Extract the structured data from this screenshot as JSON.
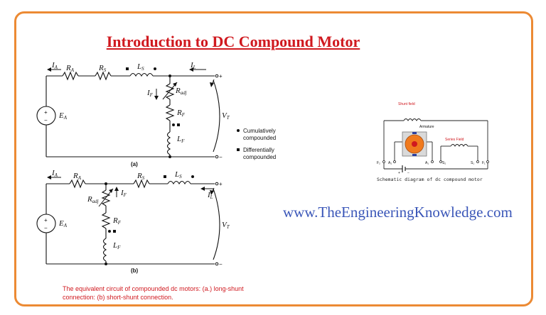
{
  "title": "Introduction to DC Compound Motor",
  "website": "www.TheEngineeringKnowledge.com",
  "caption": "The equivalent circuit of compounded dc motors: (a.) long-shunt connection: (b) short-shunt connection.",
  "circuit_a": {
    "label": "(a)",
    "ia": "I",
    "ia_sub": "A",
    "ra": "R",
    "ra_sub": "A",
    "rs": "R",
    "rs_sub": "S",
    "ls": "L",
    "ls_sub": "S",
    "il": "I",
    "il_sub": "L",
    "if": "I",
    "if_sub": "F",
    "radj": "R",
    "radj_sub": "adj",
    "rf": "R",
    "rf_sub": "F",
    "lf": "L",
    "lf_sub": "F",
    "ea": "E",
    "ea_sub": "A",
    "vt": "V",
    "vt_sub": "T",
    "plus": "+",
    "minus": "−"
  },
  "circuit_b": {
    "label": "(b)",
    "ia": "I",
    "ia_sub": "A",
    "ra": "R",
    "ra_sub": "A",
    "rs": "R",
    "rs_sub": "S",
    "ls": "L",
    "ls_sub": "S",
    "il": "I",
    "il_sub": "L",
    "if": "I",
    "if_sub": "F",
    "radj": "R",
    "radj_sub": "adj",
    "rf": "R",
    "rf_sub": "F",
    "lf": "L",
    "lf_sub": "F",
    "ea": "E",
    "ea_sub": "A",
    "vt": "V",
    "vt_sub": "T",
    "plus": "+",
    "minus": "−"
  },
  "legend": {
    "cumulative_1": "Cumulatively",
    "cumulative_2": "compounded",
    "differential_1": "Differentially",
    "differential_2": "compounded"
  },
  "schematic": {
    "shunt_field": "Shunt field",
    "armature": "Armature",
    "series_field": "Series Field",
    "f2": "F₂",
    "a2": "A₂",
    "a1": "A₁",
    "s2": "S₂",
    "s1": "S₁",
    "f1": "F₁",
    "plus": "+",
    "minus": "−",
    "caption": "Schematic diagram of dc compound motor"
  },
  "colors": {
    "accent": "#d0191f",
    "frame": "#ec8a34",
    "link": "#3a56b8",
    "armature": "#f07a1e"
  }
}
